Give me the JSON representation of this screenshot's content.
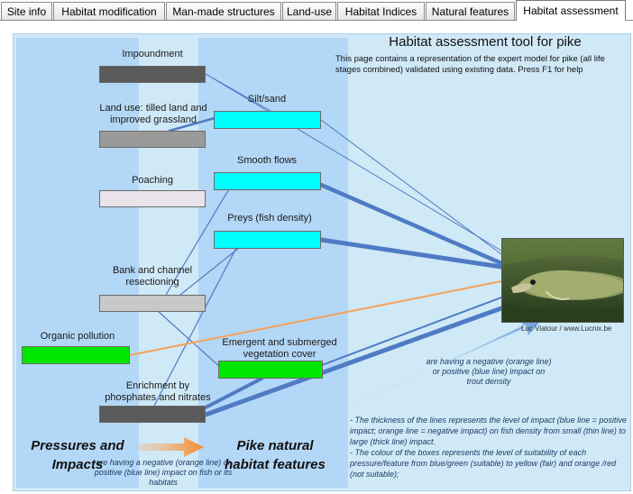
{
  "tabs": [
    {
      "label": "Site info",
      "active": false
    },
    {
      "label": "Habitat modification",
      "active": false
    },
    {
      "label": "Man-made structures",
      "active": false
    },
    {
      "label": "Land-use",
      "active": false
    },
    {
      "label": "Habitat Indices",
      "active": false
    },
    {
      "label": "Natural features",
      "active": false
    },
    {
      "label": "Habitat assessment",
      "active": true
    }
  ],
  "header": {
    "title": "Habitat assessment tool for pike",
    "description": "This page contains a representation of the expert model for pike (all life stages combined) validated using existing data.  Press F1 for help"
  },
  "pressures": [
    {
      "label": "Impoundment",
      "color": "#5a5a5a"
    },
    {
      "label": "Land use: tilled land and improved grassland",
      "color": "#9a9a9a"
    },
    {
      "label": "Poaching",
      "color": "#e8e4ea"
    },
    {
      "label": "Bank and channel resectioning",
      "color": "#c8c8c8"
    },
    {
      "label": "Organic pollution",
      "color": "#00e600"
    },
    {
      "label": "Enrichment by phosphates and nitrates",
      "color": "#5a5a5a"
    }
  ],
  "features": [
    {
      "label": "Silt/sand",
      "color": "#00ffff"
    },
    {
      "label": "Smooth flows",
      "color": "#00ffff"
    },
    {
      "label": "Preys (fish density)",
      "color": "#00ffff"
    },
    {
      "label": "Emergent and submerged vegetation cover",
      "color": "#00e600"
    }
  ],
  "photo": {
    "credit": "Luc Viatour / www.Lucnix.be"
  },
  "notes": {
    "trout_impact": "are having a negative (orange line) or positive (blue line) impact on trout density",
    "fish_impact": "are having a negative (orange line) or positive (blue line) impact on fish or its habitats",
    "bullet1": "- The thickness of the lines represents the level of impact (blue line = positive impact; orange line = negative impact) on fish density from small (thin line) to large (thick line) impact.",
    "bullet2": "- The colour of the boxes represents the level of suitability of each pressure/feature from blue/green (suitable) to yellow (fair) and orange /red (not suitable);"
  },
  "footer": {
    "pressures_heading": "Pressures and Impacts",
    "features_heading": "Pike natural habitat features"
  },
  "colors": {
    "positive_line": "#4f7bc4",
    "negative_line": "#f5a25a",
    "panel_bg": "#cfe9f7",
    "column_bg": "#b3d7f6"
  }
}
